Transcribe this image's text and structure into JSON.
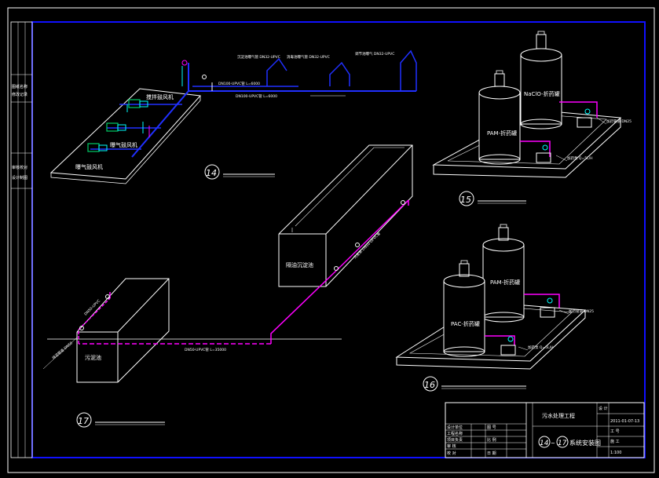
{
  "colors": {
    "background": "#000000",
    "border_blue": "#1010ff",
    "pipe_magenta": "#ff00ff",
    "pipe_blue": "#2030ff",
    "pipe_cyan": "#00ffff",
    "line_white": "#ffffff",
    "equipment_green": "#00cc66"
  },
  "drawing": {
    "blower_top_label": "搅拌鼓风机",
    "blower_mid_label": "曝气鼓风机",
    "blower_bottom_label": "曝气鼓风机",
    "pipe_note_1": "DN100-UPVC管 L=6000",
    "pipe_note_2": "DN100-UPVC管 L=6000",
    "sawtooth_label_1": "沉淀池曝气管  DN32-UPVC",
    "sawtooth_label_2": "消毒池曝气管  DN32-UPVC",
    "sawtooth_label_3": "调节池曝气  DN32-UPVC",
    "tank_naclo_label": "NaClO-折药罐",
    "tank_pam_top_label": "PAM-折药罐",
    "tank_pam_bottom_label": "PAM-折药罐",
    "tank_pac_label": "PAC-折药罐",
    "dosing_note_1": "加药管道 DN25",
    "dosing_note_2": "加药泵 Q=5L/H",
    "dosing_note_3": "加药管道 DN25",
    "dosing_note_4": "加药泵 Q=5L/H",
    "sludge_pool_label": "污泥池",
    "tank_pool_label": "隔油沉淀池",
    "sludge_pipe_note": "污泥泵 DN50-UPVC管",
    "long_pipe_note": "DN50-UPVC管 L=35000",
    "inflow_note": "排泥管道 DN50",
    "riser_note": "DN50-UPVC",
    "view_14": "14",
    "view_15": "15",
    "view_16": "16",
    "view_17": "17"
  },
  "left_strip": {
    "labels": [
      "图纸名称",
      "修改记录",
      "审核校对",
      "设计制图"
    ]
  },
  "title_block": {
    "project": "污水处理工程",
    "date": "2011-01-07-13",
    "drawing_title_prefix": "14",
    "drawing_title_joiner": "~",
    "drawing_title_suffix": "17",
    "drawing_title": "系统安装图",
    "left_labels": [
      "设计单位",
      "工程名称",
      "项目负责",
      "审 核",
      "校 对"
    ],
    "right_labels": [
      "图 号",
      "比 例",
      "日 期",
      "设 计"
    ],
    "right_values": [
      "工 号",
      "施 工",
      "1:100"
    ]
  }
}
